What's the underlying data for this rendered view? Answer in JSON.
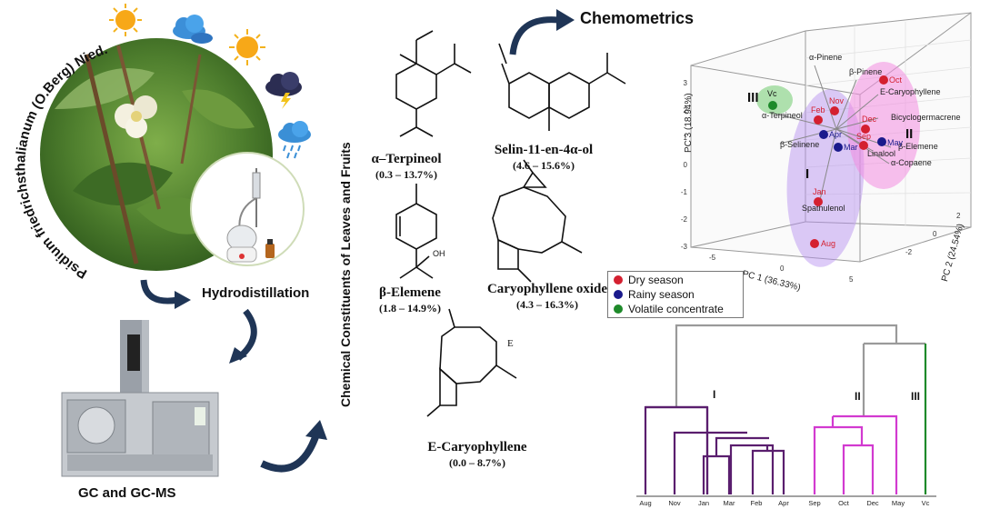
{
  "plant": {
    "name": "Psidium friedrichsthalianum (O.Berg) Nied.",
    "process_label": "Hydrodistillation",
    "instrument_label": "GC and GC-MS"
  },
  "weather_icons": [
    "sun-icon",
    "cloud-icon",
    "sun-icon",
    "storm-cloud-icon",
    "rain-cloud-icon"
  ],
  "vertical_title": "Chemical Constituents of Leaves and Fruits",
  "chemometrics_title": "Chemometrics",
  "molecules": [
    {
      "name": "α–Terpineol",
      "range": "(0.3 – 13.7%)"
    },
    {
      "name": "Selin-11-en-4α-ol",
      "range": "(4.6 – 15.6%)"
    },
    {
      "name": "β-Elemene",
      "range": "(1.8 – 14.9%)"
    },
    {
      "name": "Caryophyllene oxide",
      "range": "(4.3 – 16.3%)"
    },
    {
      "name": "E-Caryophyllene",
      "range": "(0.0 – 8.7%)"
    }
  ],
  "stereo_label": "E",
  "pca": {
    "axes": {
      "pc1": "PC 1 (36.33%)",
      "pc2": "PC 2 (24.54%)",
      "pc3": "PC 3 (18.94%)"
    },
    "pc3_ticks": [
      "3",
      "2",
      "1",
      "0",
      "-1",
      "-2",
      "-3"
    ],
    "pc1_ticks": [
      "-5",
      "0",
      "5"
    ],
    "pc2_ticks": [
      "-2",
      "0",
      "2"
    ],
    "groups": [
      "I",
      "II",
      "III"
    ],
    "samples": [
      {
        "label": "Oct",
        "season": "dry"
      },
      {
        "label": "Nov",
        "season": "dry"
      },
      {
        "label": "Feb",
        "season": "dry"
      },
      {
        "label": "Dec",
        "season": "dry"
      },
      {
        "label": "Sep",
        "season": "dry"
      },
      {
        "label": "Jan",
        "season": "dry"
      },
      {
        "label": "Aug",
        "season": "dry"
      },
      {
        "label": "Apr",
        "season": "rainy"
      },
      {
        "label": "Mar",
        "season": "rainy"
      },
      {
        "label": "May",
        "season": "rainy"
      },
      {
        "label": "Vc",
        "season": "concentrate"
      }
    ],
    "loadings": [
      "α-Pinene",
      "β-Pinene",
      "E-Caryophyllene",
      "Bicyclogermacrene",
      "β-Elemene",
      "α-Copaene",
      "Linalool",
      "α-Terpineol",
      "β-Selinene",
      "Spathulenol"
    ],
    "legend": [
      {
        "label": "Dry season",
        "color": "#d42030"
      },
      {
        "label": "Rainy season",
        "color": "#1a1a8c"
      },
      {
        "label": "Volatile concentrate",
        "color": "#1e8a2a"
      }
    ]
  },
  "dendrogram": {
    "leaves": [
      "Aug",
      "Nov",
      "Jan",
      "Mar",
      "Feb",
      "Apr",
      "Sep",
      "Oct",
      "Dec",
      "May",
      "Vc"
    ],
    "cluster_labels": [
      "I",
      "II",
      "III"
    ]
  },
  "colors": {
    "arrow": "#1f3556",
    "cluster1": "#5a1e6e",
    "cluster2": "#d23ad0",
    "cluster3": "#1e8a2a",
    "dry": "#d42030",
    "rainy": "#1a1a8c"
  }
}
